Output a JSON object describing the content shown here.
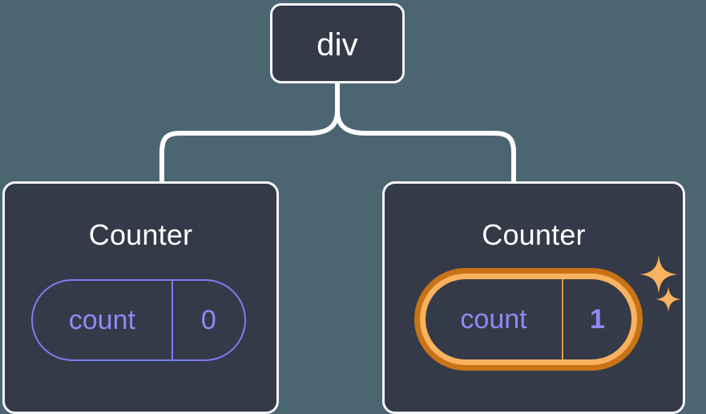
{
  "diagram": {
    "type": "component-tree",
    "background_color": "#4c6671",
    "node_fill_color": "#343a48",
    "node_border_color": "#f4f7f8",
    "connector_color": "#ffffff",
    "state_accent_color": "#7b7ef3",
    "highlight_outer_color": "#c87318",
    "highlight_inner_color": "#f9b25d",
    "sparkle_color": "#f9b25d"
  },
  "root": {
    "label": "div"
  },
  "children": [
    {
      "title": "Counter",
      "state": {
        "key": "count",
        "value": "0"
      },
      "highlighted": false
    },
    {
      "title": "Counter",
      "state": {
        "key": "count",
        "value": "1"
      },
      "highlighted": true,
      "sparkles": 2
    }
  ],
  "icons": {
    "sparkle_large": "sparkle-icon",
    "sparkle_small": "sparkle-icon"
  }
}
